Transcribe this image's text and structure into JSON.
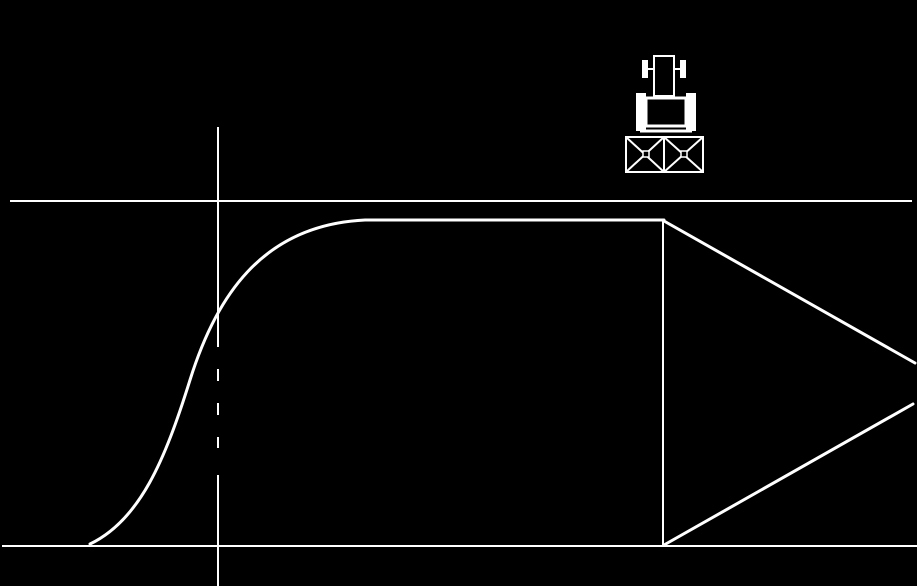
{
  "diagram": {
    "background": "#000000",
    "stroke_color": "#ffffff",
    "elements": [
      "top-horizontal-line",
      "bottom-horizontal-line",
      "vertical-reference-line",
      "spray-profile-curve",
      "boom-end-vertical-line",
      "upper-diverging-line",
      "lower-diverging-line",
      "tractor-sprayer-icon"
    ],
    "icon": "tractor-sprayer-icon"
  }
}
